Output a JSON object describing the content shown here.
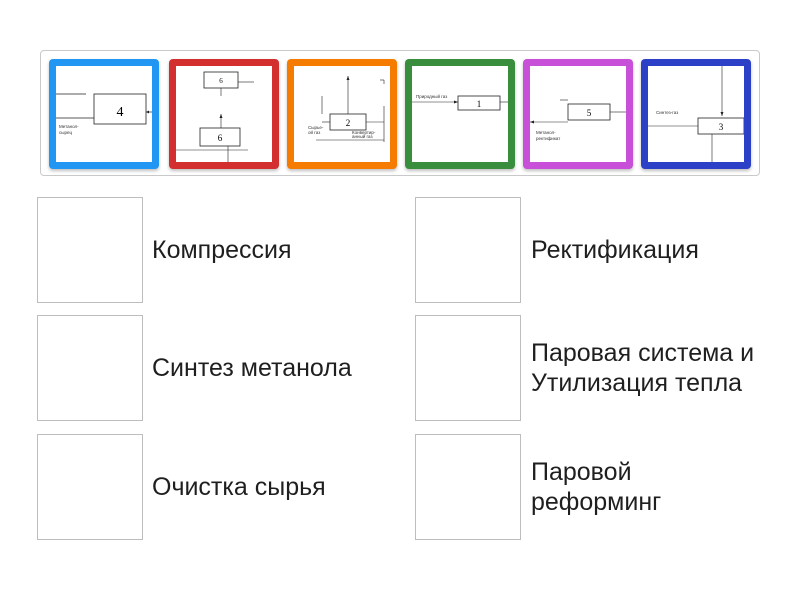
{
  "tray": {
    "tiles": [
      {
        "number": "4",
        "color": "#2196F3",
        "caption": "Метанол-сырец"
      },
      {
        "number": "6",
        "color": "#D32F2F",
        "caption_top": "6",
        "caption_bottom": "6"
      },
      {
        "number": "2",
        "color": "#F57C00",
        "caption_left": "Сырье-ой газ",
        "caption_right": "Конвертир-анный газ"
      },
      {
        "number": "1",
        "color": "#388E3C",
        "caption": "Природный газ"
      },
      {
        "number": "5",
        "color": "#C850D8",
        "caption": "Метанол-ректификат"
      },
      {
        "number": "3",
        "color": "#2C3FC7",
        "caption": "Синтез-газ"
      }
    ]
  },
  "targets": {
    "left": [
      {
        "label": "Компрессия"
      },
      {
        "label": "Синтез метанола"
      },
      {
        "label": "Очистка сырья"
      }
    ],
    "right": [
      {
        "label": "Ректификация"
      },
      {
        "label": "Паровая система и Утилизация тепла"
      },
      {
        "label": "Паровой реформинг"
      }
    ]
  }
}
